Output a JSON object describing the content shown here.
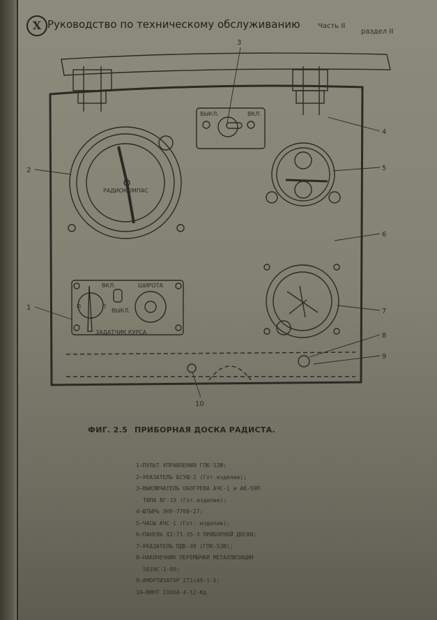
{
  "header": {
    "logo": "X",
    "title": "Руководство по техническому обслуживанию",
    "part": "Часть II",
    "section": "раздел II"
  },
  "figure": {
    "callouts": [
      "1",
      "2",
      "3",
      "4",
      "5",
      "6",
      "7",
      "8",
      "9",
      "10"
    ],
    "switch_panel": {
      "off": "ВЫКЛ.",
      "on": "ВКЛ."
    },
    "radiocompass_label": "РАДИОКОМПАС",
    "course_setter": {
      "on": "ВКЛ.",
      "off": "ВЫКЛ.",
      "latitude": "ШИРОТА",
      "title": "ЗАДАТЧИК КУРСА",
      "left": "П",
      "right": "Л"
    }
  },
  "caption": {
    "number": "ФИГ. 2.5",
    "title": "ПРИБОРНАЯ ДОСКА РАДИСТА."
  },
  "legend": [
    "1–ПУЛЬТ УПРАВЛЕНИЯ ГПК-52Ю;",
    "2–УКАЗАТЕЛЬ БСУШ-2 (Гот.изделие);",
    "3–ВЫКЛЮЧАТЕЛЬ ОБОГРЕВА АЧС-1 и АК-59П",
    "ТИПА ВГ-15 (Гот.изделие);",
    "4–ШТЫРЬ ЭНУ-7700-27;",
    "5–ЧАСЫ АЧС-1 (Гот. изделие);",
    "6–ПАНЕЛЬ Х2-71-35-3 ПРИБОРНОЙ ДОСКИ;",
    "7–УКАЗАТЕЛЬ ПДК-49 (ГПК-52Ю);",
    "8–НАКОНЕЧНИК ПЕРЕМЫЧКИ МЕТАЛЛИЗАЦИИ",
    "501НС-1-80;",
    "9–АМОРТИЗАТОР 271с49-1-5;",
    "10–ВИНТ 3166А-4-12-Кд."
  ]
}
